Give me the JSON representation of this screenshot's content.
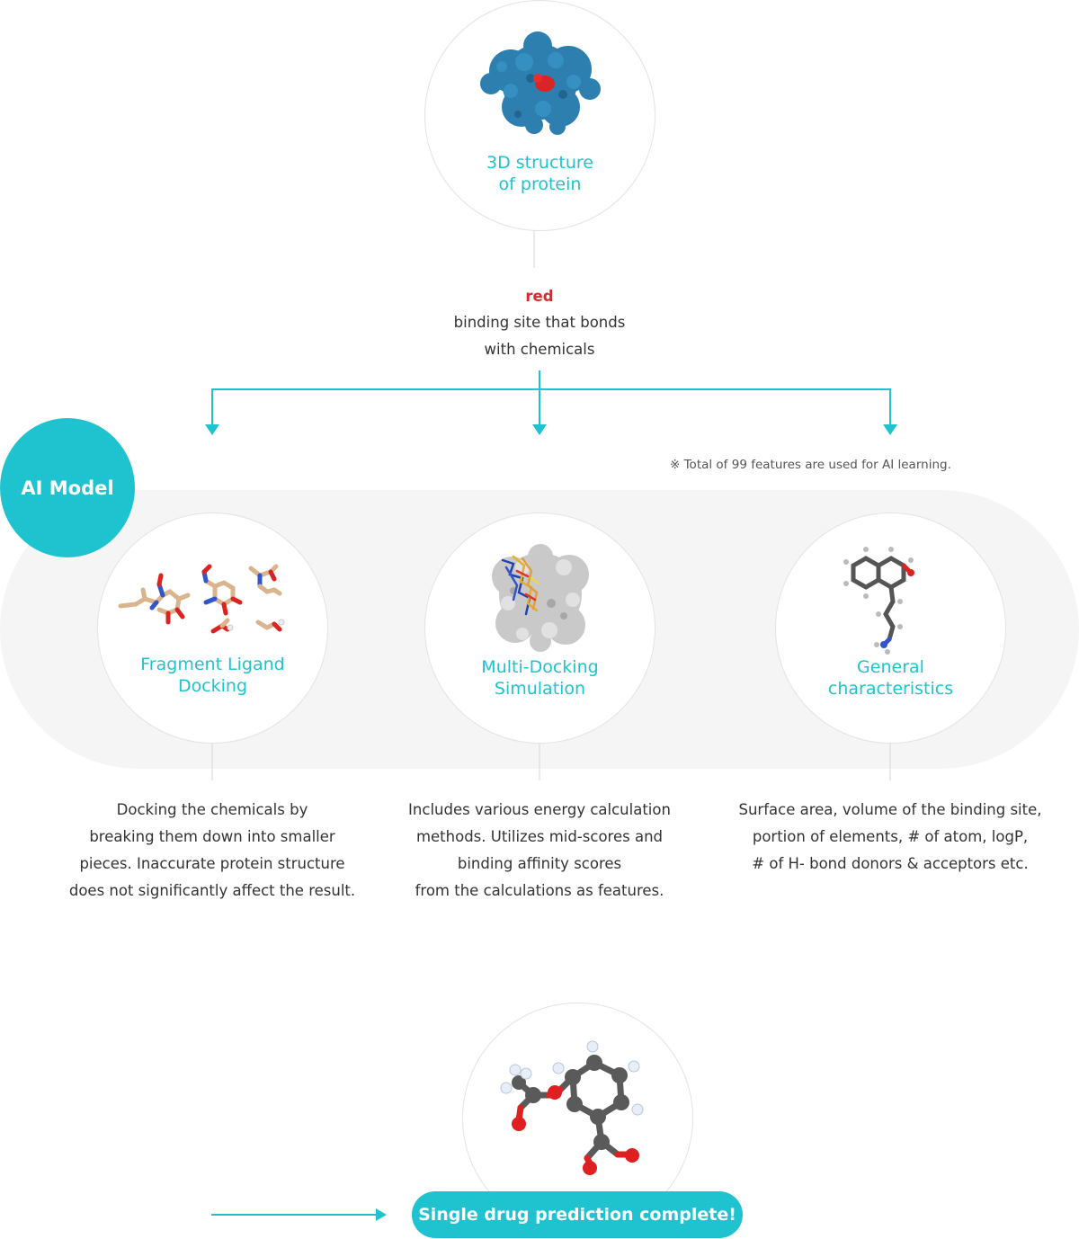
{
  "top": {
    "title": "3D structure\nof protein",
    "note_red": "red",
    "note_text": "binding site that bonds\nwith chemicals"
  },
  "ai": {
    "badge": "AI Model",
    "footnote": "※  Total of 99 features are used for AI learning."
  },
  "columns": [
    {
      "title": "Fragment Ligand\nDocking",
      "desc": "Docking the chemicals by\nbreaking them down into smaller\npieces. Inaccurate protein structure\ndoes not significantly affect the result."
    },
    {
      "title": "Multi-Docking\nSimulation",
      "desc": "Includes various energy calculation\nmethods. Utilizes mid-scores and\nbinding affinity scores\nfrom the calculations as features."
    },
    {
      "title": "General\ncharacteristics",
      "desc": "Surface area, volume of the binding site,\nportion of elements, # of atom, logP,\n# of H-  bond donors & acceptors etc."
    }
  ],
  "result": {
    "button": "Single drug prediction complete!"
  },
  "colors": {
    "accent": "#1fc3cf",
    "highlight_red": "#e0262c",
    "band": "#f5f5f5",
    "text": "#333333"
  }
}
